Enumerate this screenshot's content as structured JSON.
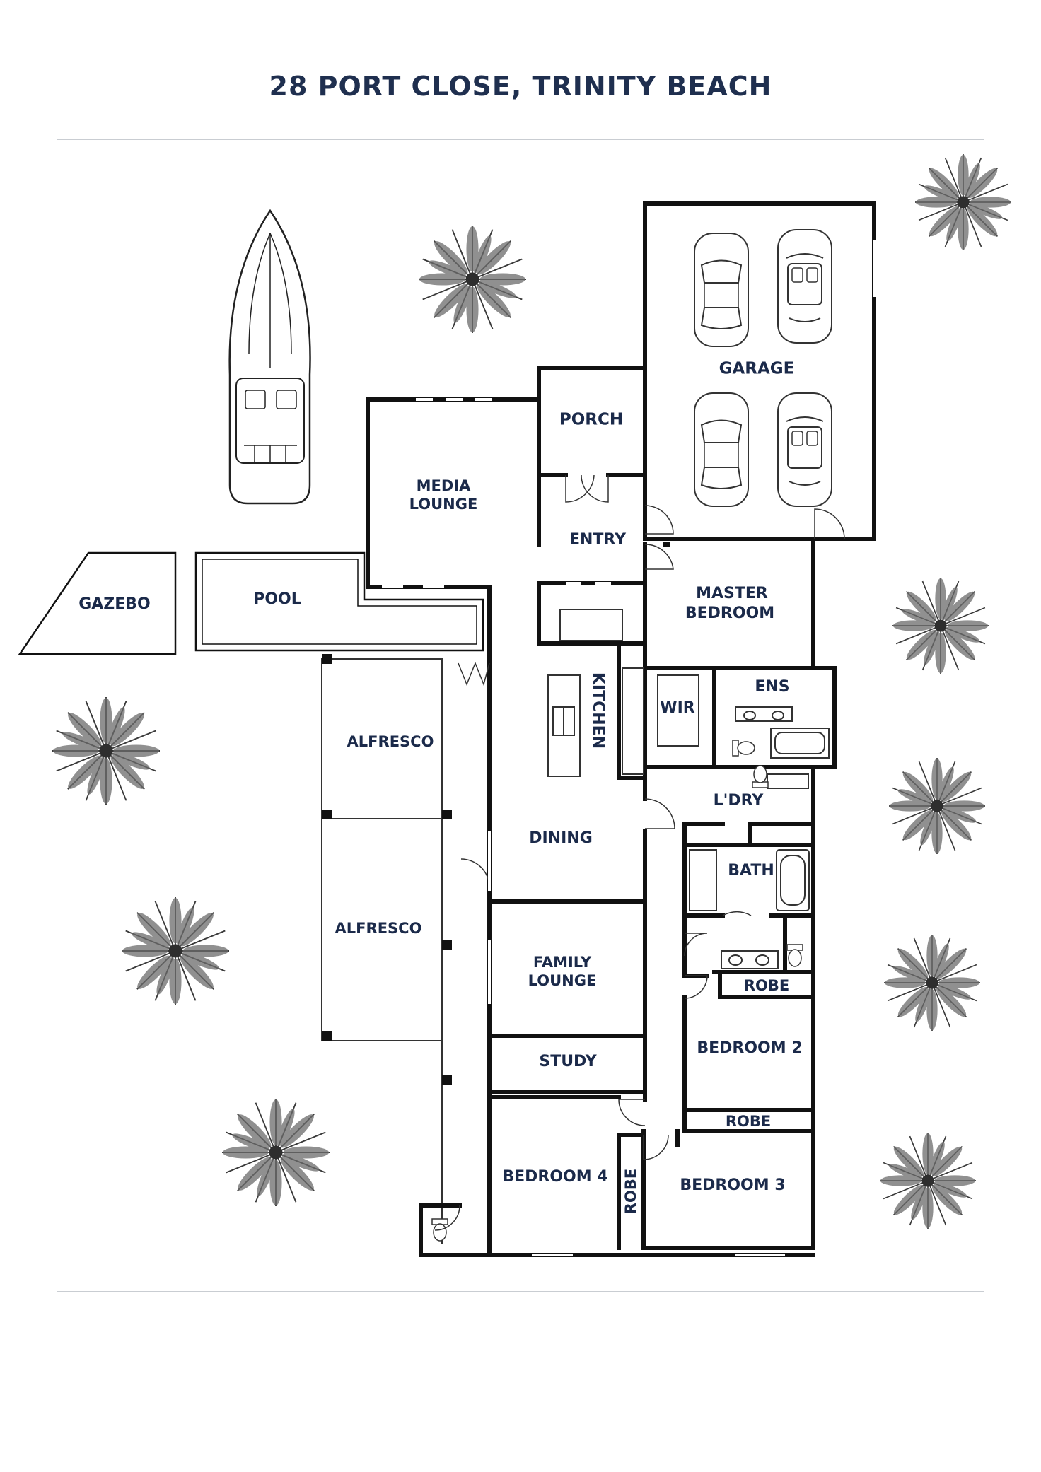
{
  "title": "28 PORT CLOSE, TRINITY BEACH",
  "colors": {
    "title": "#1f2f4f",
    "label": "#1b2a4a",
    "wall": "#111111",
    "rule": "#c9cdd2",
    "thin": "#333333"
  },
  "icons": [
    "palm-tree-icon",
    "boat-icon",
    "car-icon",
    "convertible-car-icon",
    "toilet-icon",
    "bathtub-icon",
    "basin-icon",
    "sink-icon",
    "door-swing-icon"
  ],
  "rooms": {
    "garage": "GARAGE",
    "porch": "PORCH",
    "media_1": "MEDIA",
    "media_2": "LOUNGE",
    "entry": "ENTRY",
    "master_1": "MASTER",
    "master_2": "BEDROOM",
    "gazebo": "GAZEBO",
    "pool": "POOL",
    "kitchen": "KITCHEN",
    "wir": "WIR",
    "ens": "ENS",
    "alfresco_1": "ALFRESCO",
    "alfresco_2": "ALFRESCO",
    "laundry": "L'DRY",
    "dining": "DINING",
    "bath": "BATH",
    "family_1": "FAMILY",
    "family_2": "LOUNGE",
    "robe_2": "ROBE",
    "bedroom_2": "BEDROOM 2",
    "study": "STUDY",
    "robe_3": "ROBE",
    "bedroom_4": "BEDROOM 4",
    "robe_4": "ROBE",
    "bedroom_3": "BEDROOM 3"
  }
}
